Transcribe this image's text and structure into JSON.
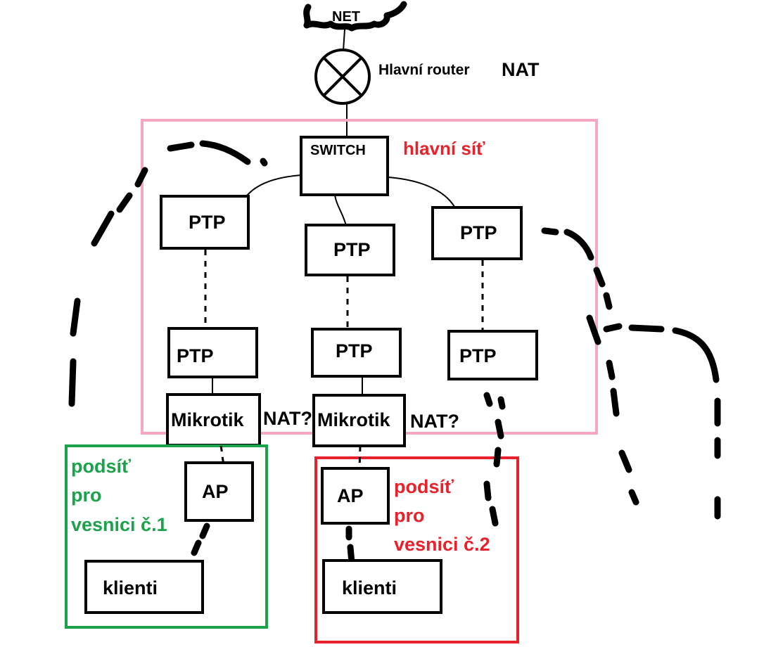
{
  "internet": {
    "label": "NET"
  },
  "main_router": {
    "label": "Hlavní router",
    "nat_label": "NAT"
  },
  "main_network": {
    "label": "hlavní síť",
    "color": "#e8212b",
    "border_color": "#f4a9c0"
  },
  "switch": {
    "label": "SWITCH"
  },
  "ptp_upper": [
    "PTP",
    "PTP",
    "PTP"
  ],
  "ptp_lower": [
    "PTP",
    "PTP",
    "PTP"
  ],
  "mikrotik": [
    {
      "label": "Mikrotik",
      "nat_label": "NAT?"
    },
    {
      "label": "Mikrotik",
      "nat_label": "NAT?"
    }
  ],
  "subnet_1": {
    "label_lines": [
      "podsíť",
      "pro",
      "vesnici č.1"
    ],
    "color": "#1aa34a",
    "ap_label": "AP",
    "clients_label": "klienti"
  },
  "subnet_2": {
    "label_lines": [
      "podsíť",
      "pro",
      "vesnici č.2"
    ],
    "color": "#e8212b",
    "ap_label": "AP",
    "clients_label": "klienti"
  }
}
